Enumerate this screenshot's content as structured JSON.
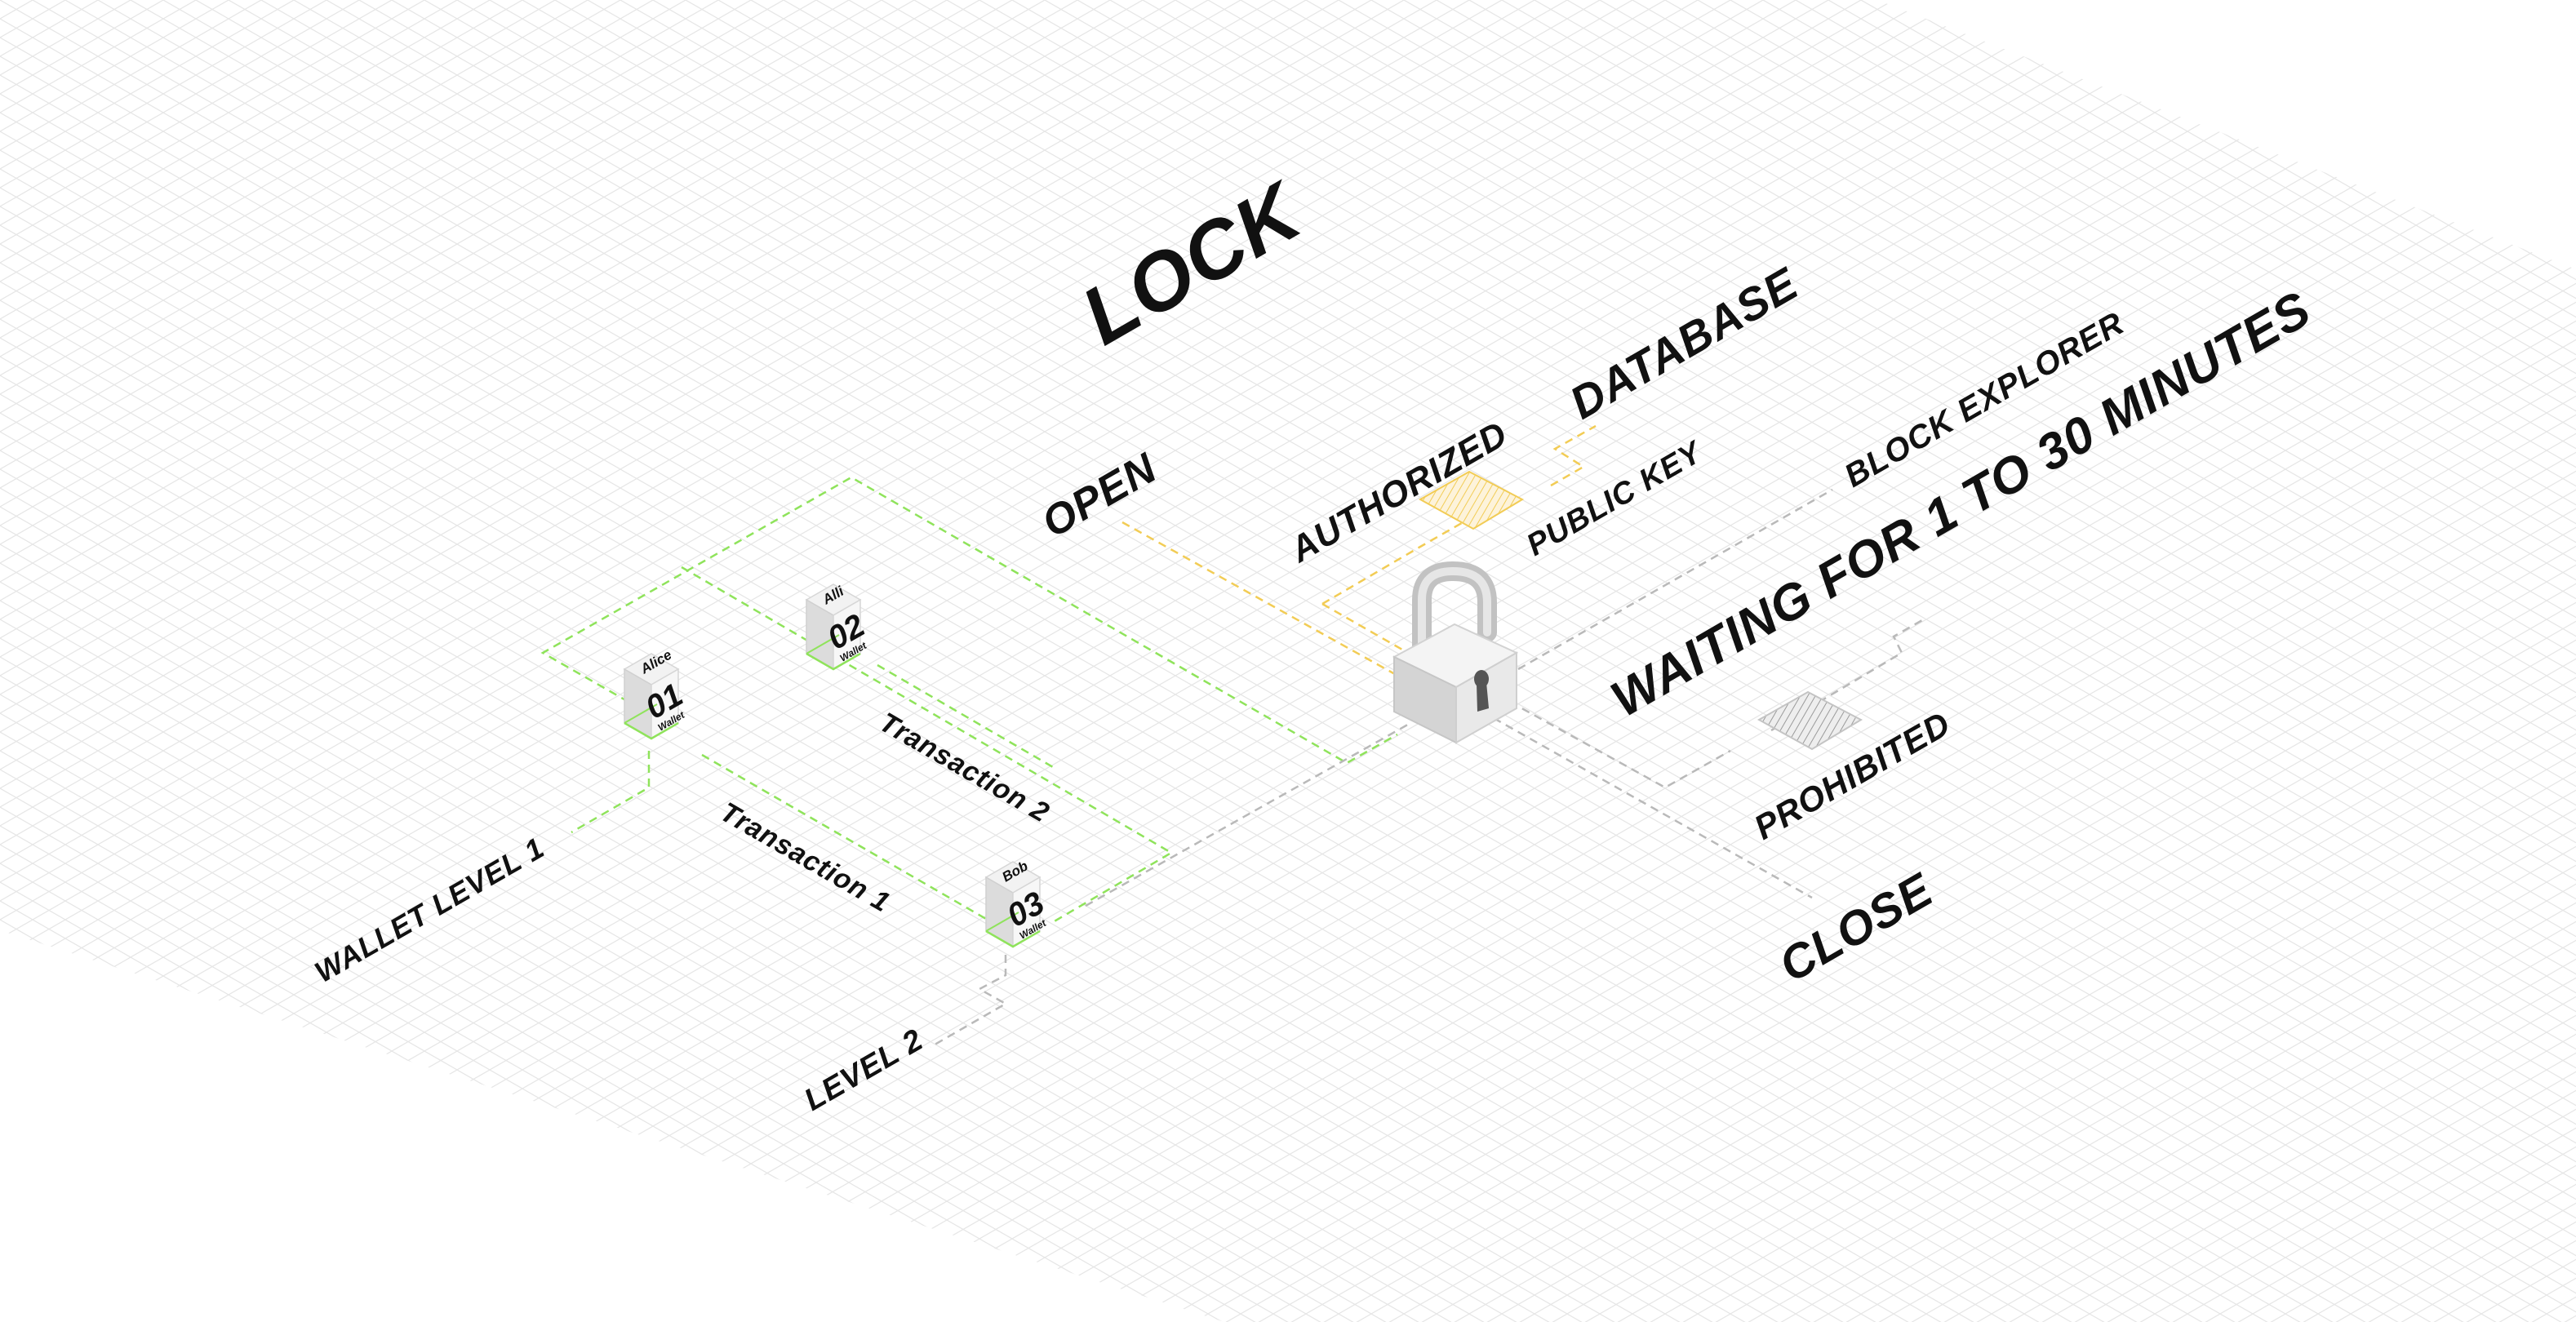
{
  "title": "LOCK",
  "labels": {
    "open": "OPEN",
    "authorized": "AUTHORIZED",
    "database": "DATABASE",
    "public_key": "PUBLIC KEY",
    "block_explorer": "BLOCK EXPLORER",
    "waiting": "WAITING FOR 1 TO 30 MINUTES",
    "prohibited": "PROHIBITED",
    "close": "CLOSE",
    "wallet_level_1": "WALLET LEVEL 1",
    "level_2": "LEVEL 2",
    "transaction_1": "Transaction 1",
    "transaction_2": "Transaction 2"
  },
  "wallets": [
    {
      "name": "Alice",
      "number": "01",
      "sub": "Wallet"
    },
    {
      "name": "Alli",
      "number": "02",
      "sub": "Wallet"
    },
    {
      "name": "Bob",
      "number": "03",
      "sub": "Wallet"
    }
  ],
  "colors": {
    "green": "#8fe35b",
    "yellow": "#f2cc55",
    "gray": "#b9b9b9",
    "grid": "#e3e3e3",
    "text": "#111111"
  },
  "icons": {
    "lock": "padlock-icon",
    "public_key_tile": "hatched-tile-icon",
    "prohibited_tile": "hatched-tile-icon"
  }
}
